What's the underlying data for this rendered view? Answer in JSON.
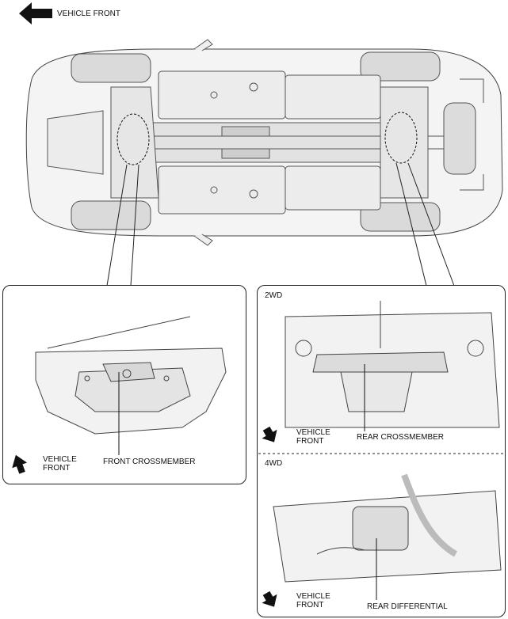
{
  "header": {
    "direction_label": "VEHICLE FRONT"
  },
  "front_panel": {
    "callout": "FRONT CROSSMEMBER",
    "direction_label": "VEHICLE\nFRONT"
  },
  "rear_panel": {
    "section_2wd": {
      "tag": "2WD",
      "callout": "REAR CROSSMEMBER",
      "direction_label": "VEHICLE\nFRONT"
    },
    "section_4wd": {
      "tag": "4WD",
      "callout": "REAR DIFFERENTIAL",
      "direction_label": "VEHICLE\nFRONT"
    }
  },
  "icons": [
    "vehicle-front-arrow-icon",
    "up-front-arrow-icon",
    "down-front-arrow-icon"
  ]
}
